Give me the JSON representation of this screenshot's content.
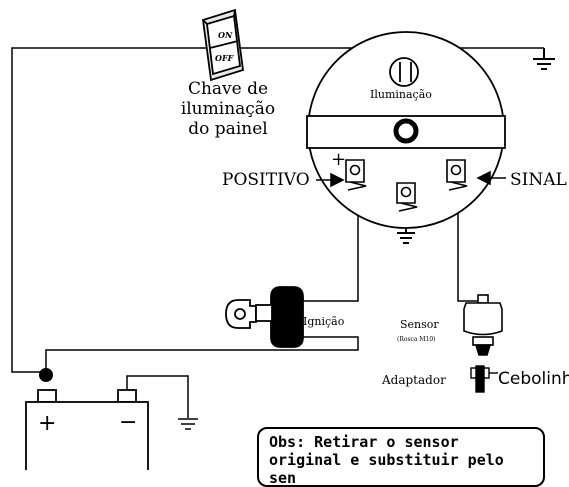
{
  "switch": {
    "on_label": "ON",
    "off_label": "OFF",
    "caption": "Chave de iluminação do painel"
  },
  "gauge": {
    "illumination_label": "Iluminação",
    "positive_label": "POSITIVO",
    "positive_symbol": "+",
    "signal_label": "SINAL"
  },
  "ignition": {
    "label": "Ignição"
  },
  "sensor": {
    "label": "Sensor",
    "sublabel": "(Rosca M10)",
    "adapter_label": "Adaptador",
    "onion_label": "Cebolinha"
  },
  "battery": {
    "plus_symbol": "+",
    "minus_symbol": "−"
  },
  "note": {
    "text": "Obs: Retirar o sensor original e substituir pelo sen"
  }
}
